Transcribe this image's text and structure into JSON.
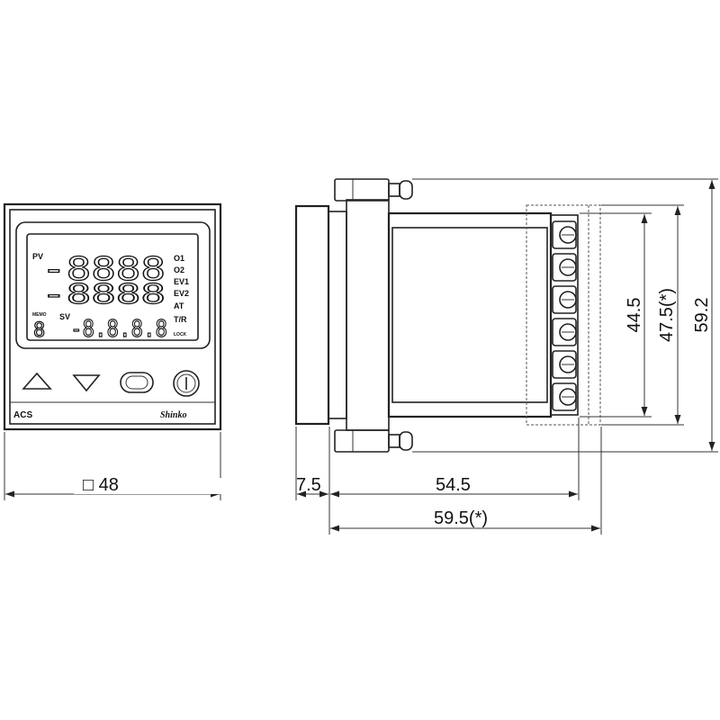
{
  "front": {
    "model": "ACS",
    "brand": "Shinko",
    "lcd": {
      "pv_label": "PV",
      "sv_label": "SV",
      "pv_digits": "-8888",
      "pv_digits2": "-8888",
      "sv_digits": "-8.8.8.8",
      "memo_label": "MEMO",
      "memo_digit": "8",
      "indicators": [
        "O1",
        "O2",
        "EV1",
        "EV2",
        "AT",
        "T/R",
        "LOCK"
      ]
    },
    "keys": [
      "up-key",
      "down-key",
      "mode-key",
      "power-key"
    ]
  },
  "dimensions": {
    "front_width": "□ 48",
    "bezel_depth": "7.5",
    "body_depth": "54.5",
    "body_depth_terminal": "59.5(*)",
    "body_height": "44.5",
    "body_height_terminal": "47.5(*)",
    "total_height": "59.2"
  }
}
